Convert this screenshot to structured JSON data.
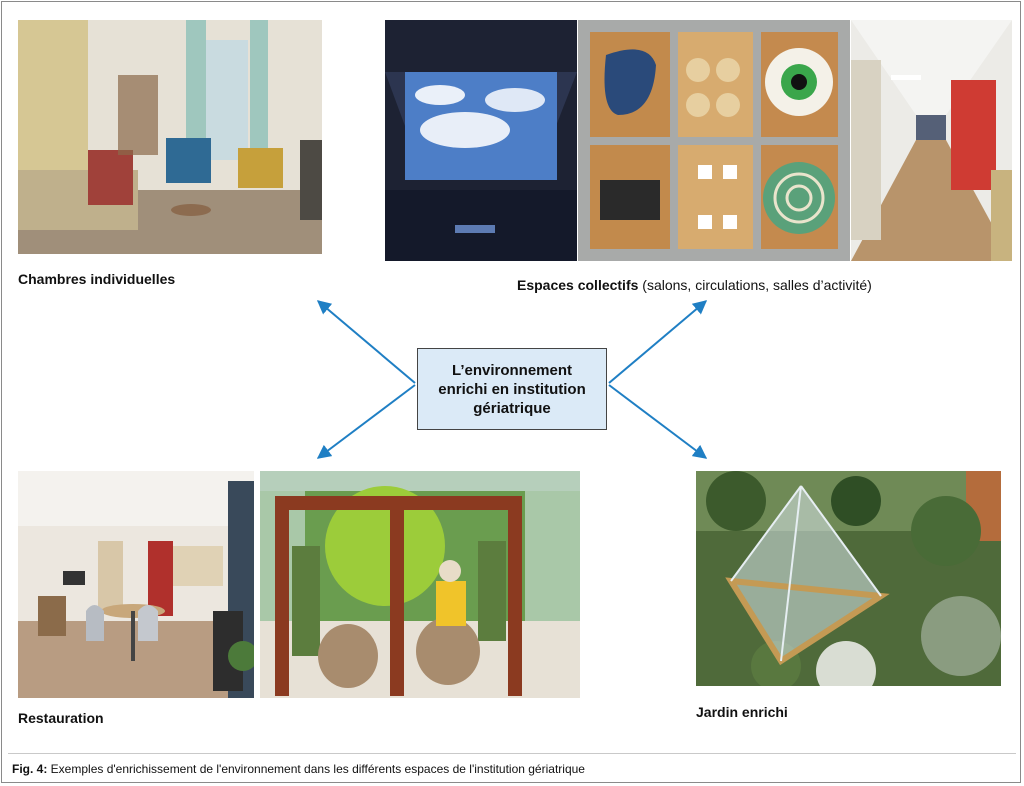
{
  "center": {
    "title": "L’environnement enrichi en institution gériatrique"
  },
  "labels": {
    "chambres": "Chambres individuelles",
    "espaces_bold": "Espaces collectifs",
    "espaces_sub": " (salons, circulations, salles d’activité)",
    "restauration": "Restauration",
    "jardin": "Jardin enrichi"
  },
  "caption": {
    "prefix": "Fig. 4:",
    "text": " Exemples d'enrichissement de l'environnement dans les différents espaces de l'institution gériatrique"
  },
  "colors": {
    "arrow": "#1f7fc4",
    "center_fill": "#dbeaf7"
  }
}
